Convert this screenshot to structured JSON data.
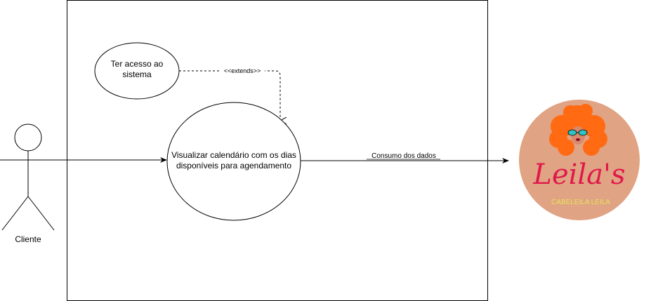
{
  "actor": {
    "label": "Cliente"
  },
  "use_cases": {
    "access": {
      "line1": "Ter acesso ao",
      "line2": "sistema"
    },
    "calendar": {
      "line1": "Visualizar calendário com os dias",
      "line2": "disponíveis para agendamento"
    }
  },
  "relations": {
    "extends_label": "<<extends>>",
    "consumo_label": "Consumo dos dados"
  },
  "logo": {
    "script_text": "Leila's",
    "subtitle": "CABELEILA LEILA",
    "colors": {
      "circle": "#E0A383",
      "hair": "#FF6A13",
      "script": "#E0194B",
      "subtitle": "#E8E35A",
      "glasses": "#2EC4C6"
    }
  },
  "colors": {
    "stroke": "#000000",
    "background": "#ffffff"
  }
}
